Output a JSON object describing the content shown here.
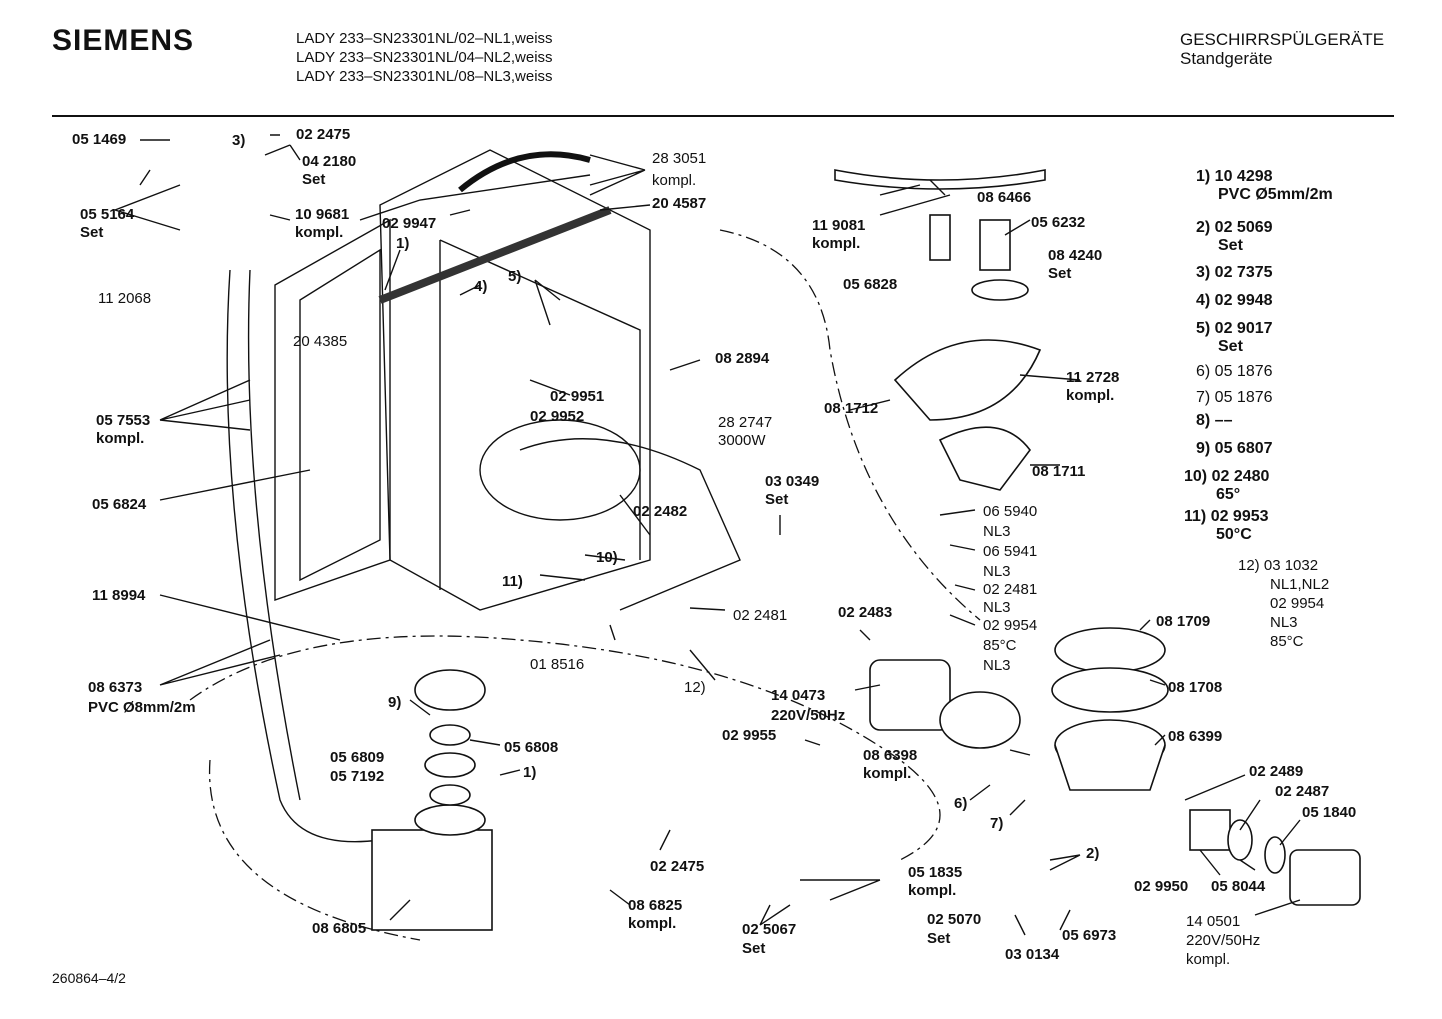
{
  "header": {
    "brand": "SIEMENS",
    "models": [
      "LADY 233–SN23301NL/02–NL1,weiss",
      "LADY 233–SN23301NL/04–NL2,weiss",
      "LADY 233–SN23301NL/08–NL3,weiss"
    ],
    "category": "GESCHIRRSPÜLGERÄTE",
    "subcategory": "Standgeräte"
  },
  "footer": {
    "doc_id": "260864–4/2"
  },
  "labels": {
    "l_051469": "05 1469",
    "l_3": "3)",
    "l_022475a": "02 2475",
    "l_042180": "04 2180",
    "l_set1": "Set",
    "l_055164": "05 5164",
    "l_set2": "Set",
    "l_109681": "10 9681",
    "l_kompl1": "kompl.",
    "l_112068": "11 2068",
    "l_283051": "28 3051",
    "l_kompl2": "kompl.",
    "l_029947": "02 9947",
    "l_204587": "20 4587",
    "l_1a": "1)",
    "l_4": "4)",
    "l_5": "5)",
    "l_204385": "20 4385",
    "l_082894": "08 2894",
    "l_057553": "05 7553",
    "l_kompl3": "kompl.",
    "l_029951": "02 9951",
    "l_029952": "02 9952",
    "l_282747": "28 2747",
    "l_3000w": "3000W",
    "l_056824": "05 6824",
    "l_030349": "03 0349",
    "l_set3": "Set",
    "l_022482": "02 2482",
    "l_10": "10)",
    "l_11": "11)",
    "l_118994": "11 8994",
    "l_022481a": "02 2481",
    "l_018516": "01 8516",
    "l_12": "12)",
    "l_086373": "08 6373",
    "l_pvc8": "PVC Ø8mm/2m",
    "l_9": "9)",
    "l_056809": "05 6809",
    "l_057192": "05 7192",
    "l_056808": "05 6808",
    "l_1b": "1)",
    "l_022475b": "02 2475",
    "l_086805": "08 6805",
    "l_086825": "08 6825",
    "l_kompl4": "kompl.",
    "l_051835": "05 1835",
    "l_kompl5": "kompl.",
    "l_025067": "02 5067",
    "l_set4": "Set",
    "l_025070": "02 5070",
    "l_set5": "Set",
    "l_030134": "03 0134",
    "l_056973": "05 6973",
    "l_2": "2)",
    "l_119081": "11 9081",
    "l_kompl6": "kompl.",
    "l_086466": "08 6466",
    "l_056232": "05 6232",
    "l_084240": "08 4240",
    "l_set6": "Set",
    "l_056828": "05 6828",
    "l_112728": "11 2728",
    "l_kompl7": "kompl.",
    "l_081712": "08 1712",
    "l_081711": "08 1711",
    "l_065940": "06 5940",
    "l_nl3a": "NL3",
    "l_065941": "06 5941",
    "l_nl3b": "NL3",
    "l_022481b": "02 2481",
    "l_nl3c": "NL3",
    "l_029954": "02 9954",
    "l_85c": "85°C",
    "l_nl3d": "NL3",
    "l_022483": "02 2483",
    "l_140473": "14 0473",
    "l_220v": "220V/50Hz",
    "l_029955": "02 9955",
    "l_086398": "08 6398",
    "l_kompl8": "kompl.",
    "l_6": "6)",
    "l_7": "7)",
    "l_081709": "08 1709",
    "l_081708": "08 1708",
    "l_086399": "08 6399",
    "l_022489": "02 2489",
    "l_022487": "02 2487",
    "l_051840": "05 1840",
    "l_029950": "02 9950",
    "l_058044": "05 8044",
    "l_140501": "14 0501",
    "l_220v2": "220V/50Hz",
    "l_kompl9": "kompl."
  },
  "legend": {
    "i1": "1) 10 4298",
    "i1b": "PVC Ø5mm/2m",
    "i2": "2) 02 5069",
    "i2b": "Set",
    "i3": "3) 02 7375",
    "i4": "4) 02 9948",
    "i5": "5) 02 9017",
    "i5b": "Set",
    "i6": "6) 05 1876",
    "i7": "7) 05 1876",
    "i8": "8) ––",
    "i9": "9) 05 6807",
    "i10": "10) 02 2480",
    "i10b": "65°",
    "i11": "11) 02 9953",
    "i11b": "50°C",
    "i12": "12) 03 1032",
    "i12b": "NL1,NL2",
    "i12c": "02 9954",
    "i12d": "NL3",
    "i12e": "85°C"
  }
}
